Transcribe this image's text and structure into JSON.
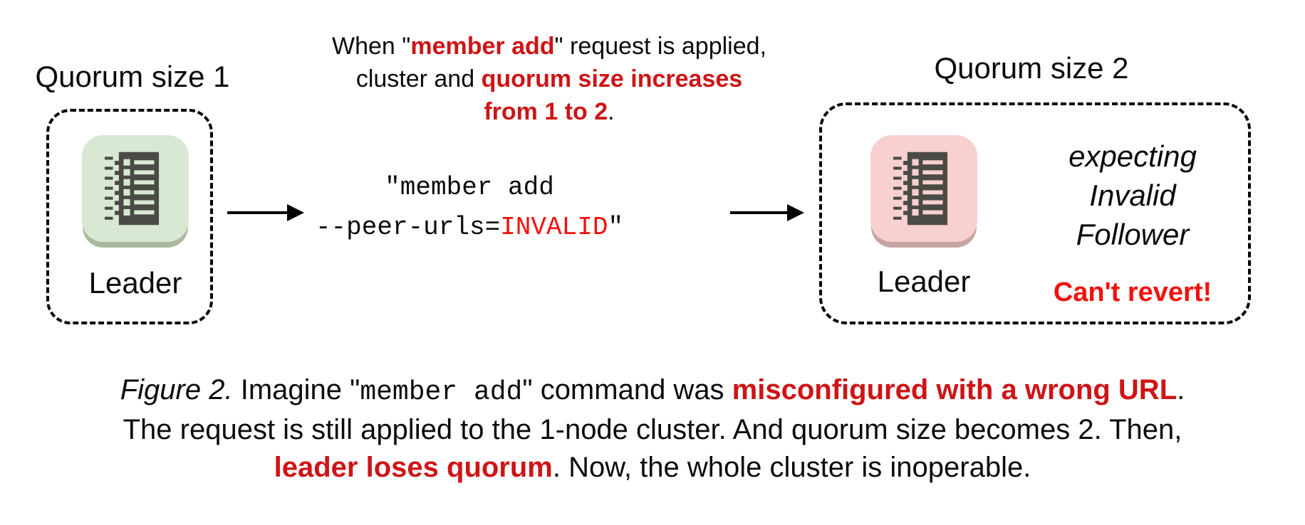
{
  "colors": {
    "red_bold": "#ce1416",
    "red_bright": "#f5100b",
    "node_green_bg": "#d9e8d2",
    "node_green_edge": "#a9b89e",
    "node_pink_bg": "#f8d0d0",
    "node_pink_edge": "#c7a4a4",
    "icon_dark": "#4b4b46"
  },
  "left_cluster": {
    "title": "Quorum size 1",
    "node_label": "Leader"
  },
  "right_cluster": {
    "title": "Quorum size 2",
    "node_label": "Leader",
    "status_line1": "expecting",
    "status_line2": "Invalid",
    "status_line3": "Follower",
    "warning": "Can't revert!"
  },
  "annotation": {
    "l1a": "When \"",
    "l1b": "member add",
    "l1c": "\" request is applied,",
    "l2a": "cluster and ",
    "l2b": "quorum size increases",
    "l3b": "from 1 to 2",
    "l3c": "."
  },
  "command": {
    "l1": "\"member add",
    "l2a": "--peer-urls=",
    "l2b": "INVALID",
    "l2c": "\""
  },
  "caption": {
    "fig": "Figure 2.",
    "l1a": " Imagine \"",
    "l1mono": "member add",
    "l1b": "\" command was ",
    "l1red": "misconfigured with a wrong URL",
    "l1c": ".",
    "l2": "The request is still applied to the 1-node cluster. And quorum size becomes 2. Then,",
    "l3red": "leader loses quorum",
    "l3a": ". Now, the whole cluster is inoperable."
  }
}
